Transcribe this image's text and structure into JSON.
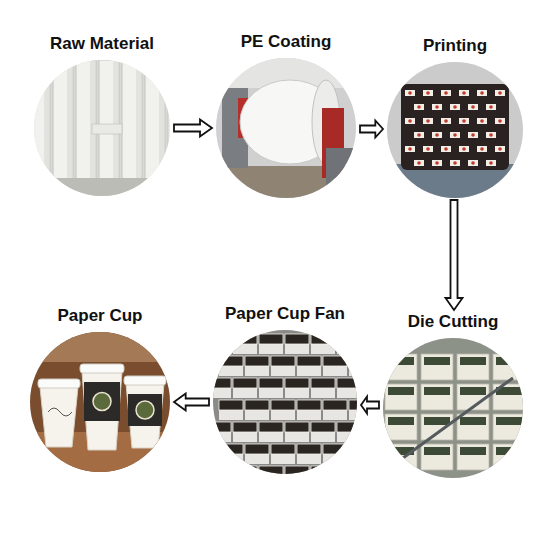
{
  "diagram": {
    "nodes": [
      {
        "text": [
          "Raw Material"
        ]
      },
      {
        "text": [
          "PE Coating"
        ]
      },
      {
        "text": [
          "Printing"
        ]
      },
      {
        "text": [
          "Paper Cup"
        ]
      },
      {
        "text": [
          "Paper Cup Fan"
        ]
      },
      {
        "text": [
          "Die Cutting"
        ]
      }
    ],
    "edges": [
      {
        "from": 0,
        "to": 1,
        "arrow": "to"
      },
      {
        "from": 1,
        "to": 2,
        "arrow": "to"
      },
      {
        "from": 2,
        "to": 5,
        "arrow": "to"
      },
      {
        "from": 5,
        "to": 4,
        "arrow": "to"
      },
      {
        "from": 4,
        "to": 3,
        "arrow": "to"
      }
    ]
  }
}
